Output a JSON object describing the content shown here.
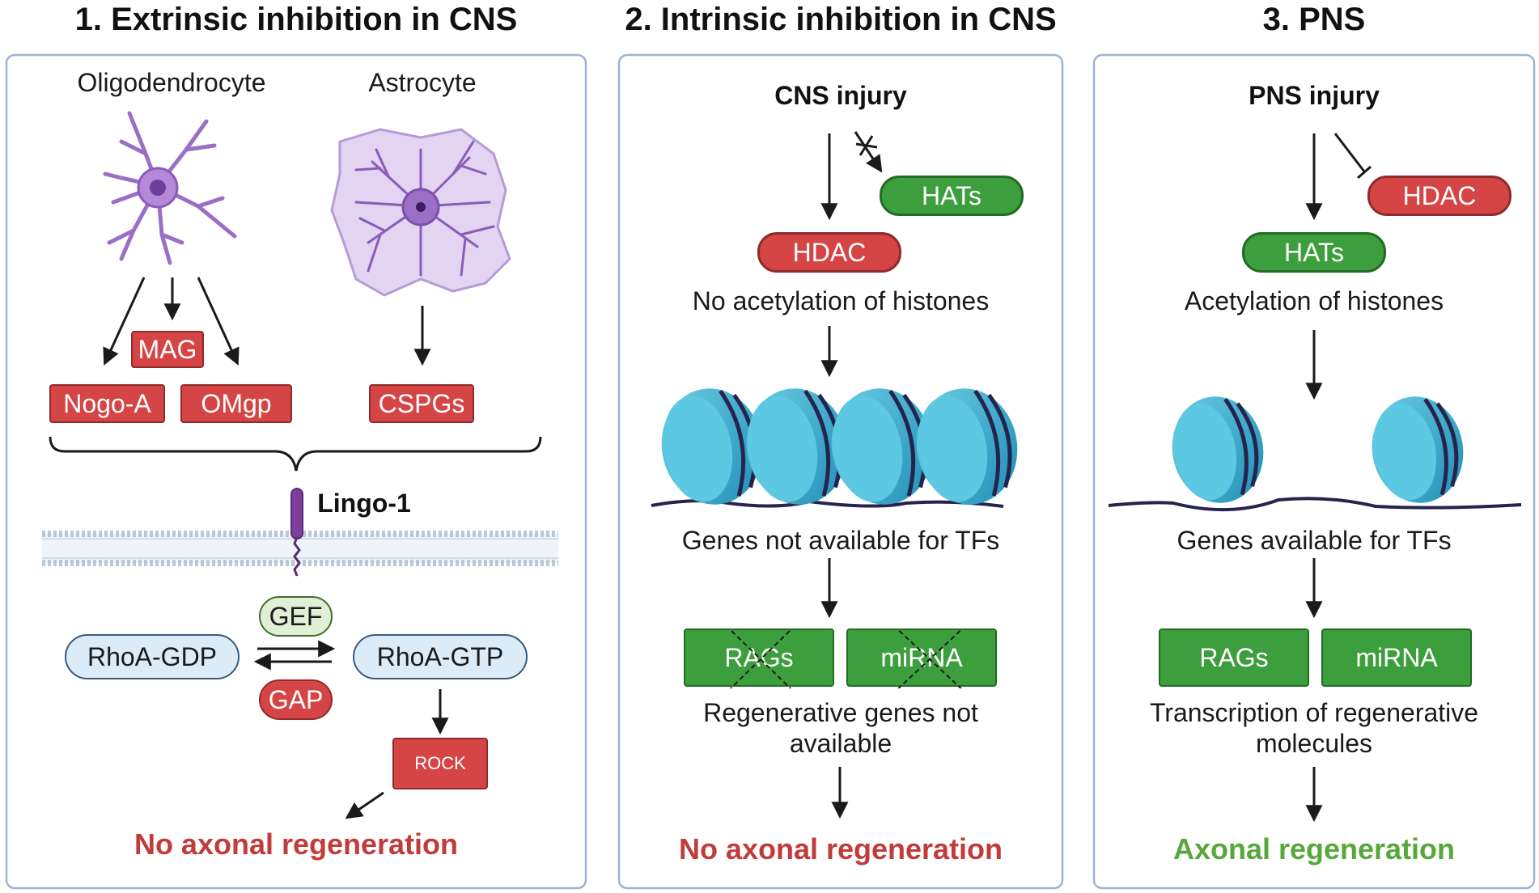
{
  "panel1": {
    "title": "1. Extrinsic inhibition in CNS",
    "oligodendrocyte": "Oligodendrocyte",
    "astrocyte": "Astrocyte",
    "mag": "MAG",
    "nogo": "Nogo-A",
    "omgp": "OMgp",
    "cspgs": "CSPGs",
    "lingo": "Lingo-1",
    "gef": "GEF",
    "gap": "GAP",
    "rhoa_gdp": "RhoA-GDP",
    "rhoa_gtp": "RhoA-GTP",
    "rock": "ROCK",
    "outcome": "No axonal regeneration"
  },
  "panel2": {
    "title": "2. Intrinsic inhibition in CNS",
    "injury": "CNS injury",
    "hats": "HATs",
    "hdac": "HDAC",
    "histone_text": "No acetylation of histones",
    "genes_text": "Genes not available for TFs",
    "rags": "RAGs",
    "mirna": "miRNA",
    "regen_text": "Regenerative genes not available",
    "outcome": "No axonal regeneration"
  },
  "panel3": {
    "title": "3. PNS",
    "injury": "PNS injury",
    "hdac": "HDAC",
    "hats": "HATs",
    "histone_text": "Acetylation of histones",
    "genes_text": "Genes available for TFs",
    "rags": "RAGs",
    "mirna": "miRNA",
    "regen_text": "Transcription of regenerative molecules",
    "outcome": "Axonal regeneration"
  },
  "colors": {
    "red": "#d64545",
    "green": "#3d9e3d",
    "nucleosome": "#2aa6c8",
    "cell": "#9b6fc6",
    "panel_border": "#9fb3cf"
  }
}
